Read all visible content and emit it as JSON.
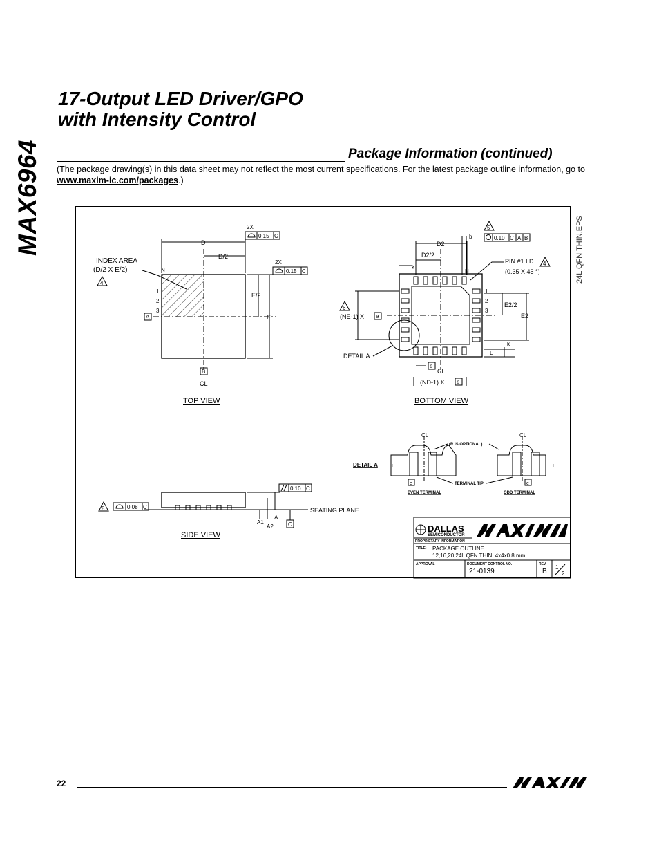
{
  "side_title": "MAX6964",
  "title": {
    "line1": "17-Output LED Driver/GPO",
    "line2": "with Intensity Control"
  },
  "section_heading": "Package Information (continued)",
  "note": {
    "text_before": "(The package drawing(s) in this data sheet may not reflect the most current specifications. For the latest package outline information, go to ",
    "link": "www.maxim-ic.com/packages",
    "text_after": ".)"
  },
  "drawing": {
    "side_label": "24L QFN THIN.EPS",
    "top_view": {
      "caption": "TOP VIEW",
      "dim_d": "D",
      "dim_d2": "D/2",
      "dim_e": "E",
      "dim_e2": "E/2",
      "index_area_1": "INDEX AREA",
      "index_area_2": "(D/2 X E/2)",
      "note_4": "4",
      "pin_n": "N",
      "pin_1": "1",
      "pin_2": "2",
      "pin_3": "3",
      "datum_a": "A",
      "datum_b": "B",
      "centerline": "CL",
      "tol_2x_a": "2X",
      "tol_2x_b": "2X",
      "tol_value": "0.15",
      "tol_datum": "C"
    },
    "bottom_view": {
      "caption": "BOTTOM VIEW",
      "dim_d2": "D2",
      "dim_d2_half": "D2/2",
      "dim_e2": "E2",
      "dim_e2_half": "E2/2",
      "dim_b": "b",
      "dim_k": "k",
      "dim_l": "L",
      "dim_e": "e",
      "pin_id_1": "PIN #1 I.D.",
      "pin_id_2": "(0.35 X 45 °)",
      "note_4": "4",
      "note_5": "5",
      "note_6": "6",
      "ne_label": "(NE-1) X",
      "nd_label": "(ND-1) X",
      "detail_a": "DETAIL A",
      "pin_n": "N",
      "pin_1": "1",
      "pin_2": "2",
      "pin_3": "3",
      "tol_value": "0.10",
      "tol_m": "M",
      "tol_c": "C",
      "tol_a": "A",
      "tol_b": "B",
      "centerline": "CL"
    },
    "detail": {
      "label": "DETAIL A",
      "r_optional": "(R IS OPTIONAL)",
      "terminal_tip": "TERMINAL TIP",
      "even_terminal": "EVEN TERMINAL",
      "odd_terminal": "ODD TERMINAL",
      "dim_l": "L",
      "dim_e": "e",
      "centerline": "CL"
    },
    "side_view": {
      "caption": "SIDE VIEW",
      "seating_plane": "SEATING PLANE",
      "note_8": "8",
      "tol_008": "0.08",
      "tol_010": "0.10",
      "datum_c": "C",
      "dim_a": "A",
      "dim_a1": "A1",
      "dim_a2": "A2"
    },
    "title_block": {
      "company_1": "DALLAS",
      "company_2": "SEMICONDUCTOR",
      "proprietary": "PROPRIETARY INFORMATION",
      "title_label": "TITLE:",
      "title_line1": "PACKAGE OUTLINE",
      "title_line2": "12,16,20,24L QFN THIN, 4x4x0.8 mm",
      "approval_label": "APPROVAL",
      "doc_label": "DOCUMENT CONTROL NO.",
      "doc_no": "21-0139",
      "rev_label": "REV.",
      "rev": "B",
      "sheet_num": "1",
      "sheet_den": "2"
    }
  },
  "footer": {
    "page_number": "22"
  }
}
